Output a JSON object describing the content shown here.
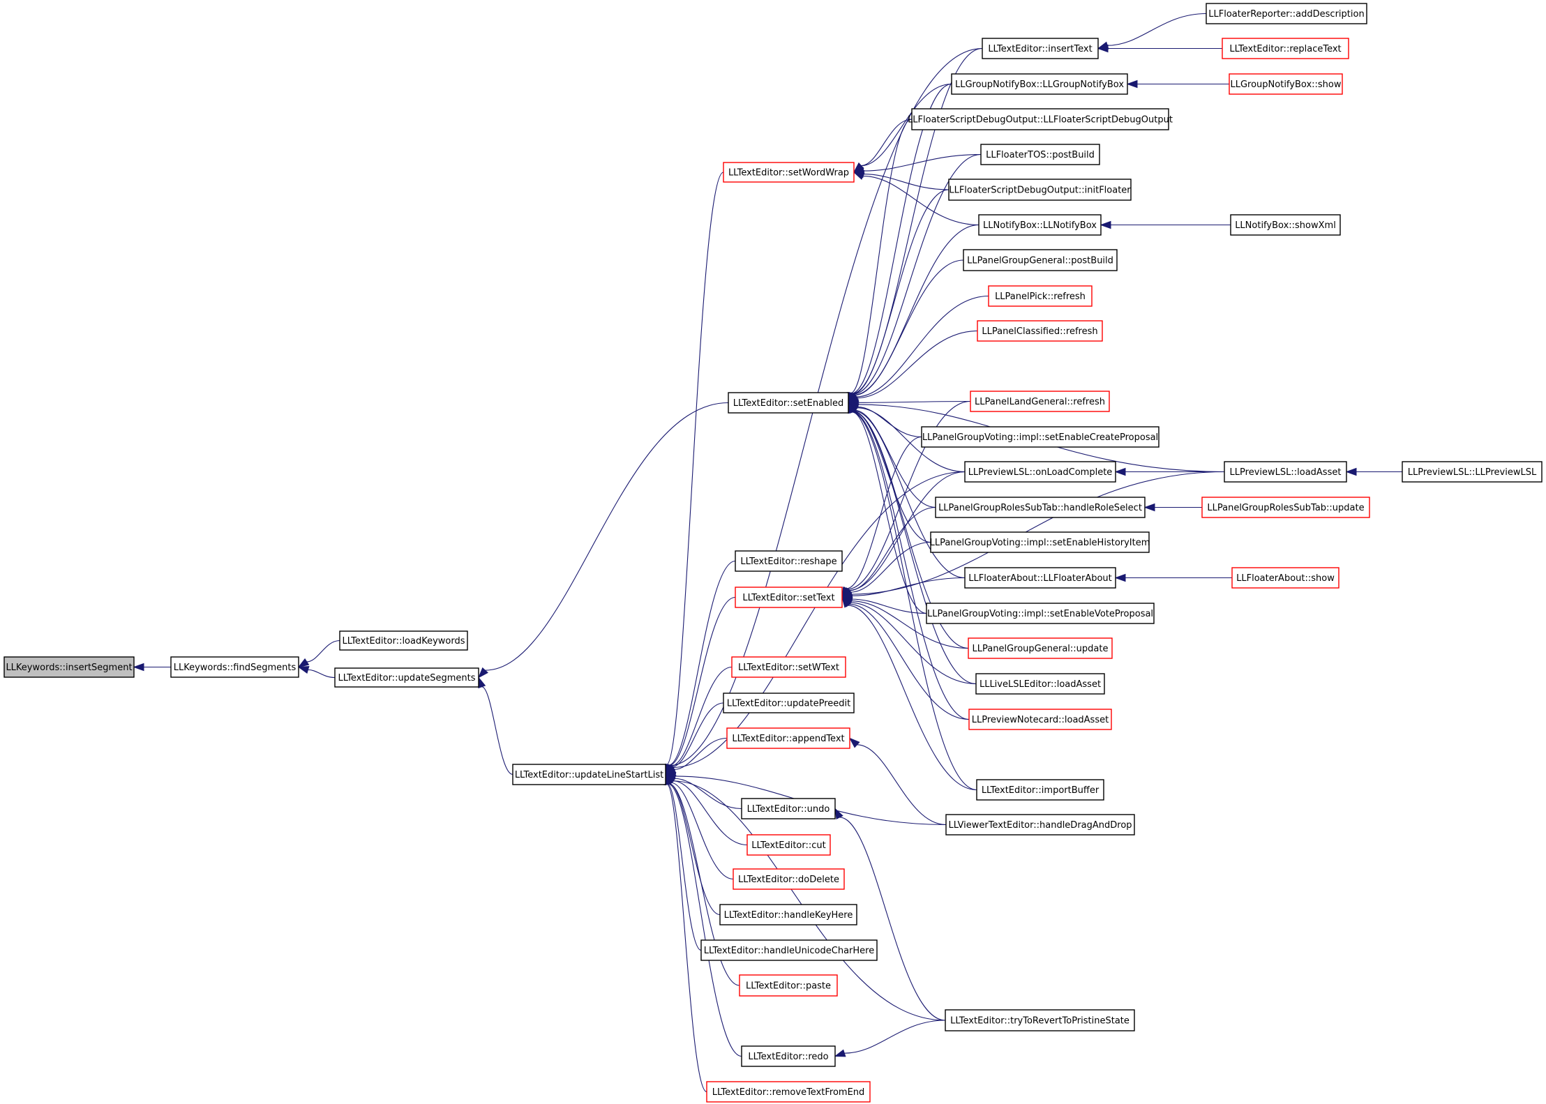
{
  "nodes": [
    {
      "id": "insertSegment",
      "label": "LLKeywords::insertSegment",
      "root": true
    },
    {
      "id": "findSegments",
      "label": "LLKeywords::findSegments"
    },
    {
      "id": "loadKeywords",
      "label": "LLTextEditor::loadKeywords"
    },
    {
      "id": "updateSegments",
      "label": "LLTextEditor::updateSegments"
    },
    {
      "id": "updateLineStartList",
      "label": "LLTextEditor::updateLineStartList"
    },
    {
      "id": "setWordWrap",
      "label": "LLTextEditor::setWordWrap",
      "truncated": true
    },
    {
      "id": "setEnabled",
      "label": "LLTextEditor::setEnabled"
    },
    {
      "id": "reshape",
      "label": "LLTextEditor::reshape"
    },
    {
      "id": "setText",
      "label": "LLTextEditor::setText",
      "truncated": true
    },
    {
      "id": "setWText",
      "label": "LLTextEditor::setWText",
      "truncated": true
    },
    {
      "id": "updatePreedit",
      "label": "LLTextEditor::updatePreedit"
    },
    {
      "id": "appendText",
      "label": "LLTextEditor::appendText",
      "truncated": true
    },
    {
      "id": "undo",
      "label": "LLTextEditor::undo"
    },
    {
      "id": "cut",
      "label": "LLTextEditor::cut",
      "truncated": true
    },
    {
      "id": "doDelete",
      "label": "LLTextEditor::doDelete",
      "truncated": true
    },
    {
      "id": "handleKeyHere",
      "label": "LLTextEditor::handleKeyHere"
    },
    {
      "id": "handleUnicodeCharHere",
      "label": "LLTextEditor::handleUnicodeCharHere"
    },
    {
      "id": "paste",
      "label": "LLTextEditor::paste",
      "truncated": true
    },
    {
      "id": "redo",
      "label": "LLTextEditor::redo"
    },
    {
      "id": "removeTextFromEnd",
      "label": "LLTextEditor::removeTextFromEnd",
      "truncated": true
    },
    {
      "id": "insertText",
      "label": "LLTextEditor::insertText"
    },
    {
      "id": "groupNotifyBoxCtor",
      "label": "LLGroupNotifyBox::LLGroupNotifyBox"
    },
    {
      "id": "scriptDebugCtor",
      "label": "LLFloaterScriptDebugOutput::LLFloaterScriptDebugOutput"
    },
    {
      "id": "tosPostBuild",
      "label": "LLFloaterTOS::postBuild"
    },
    {
      "id": "scriptDebugInit",
      "label": "LLFloaterScriptDebugOutput::initFloater"
    },
    {
      "id": "notifyBoxCtor",
      "label": "LLNotifyBox::LLNotifyBox"
    },
    {
      "id": "groupGeneralPostBuild",
      "label": "LLPanelGroupGeneral::postBuild"
    },
    {
      "id": "panelPickRefresh",
      "label": "LLPanelPick::refresh",
      "truncated": true
    },
    {
      "id": "panelClassifiedRefresh",
      "label": "LLPanelClassified::refresh",
      "truncated": true
    },
    {
      "id": "landGeneralRefresh",
      "label": "LLPanelLandGeneral::refresh",
      "truncated": true
    },
    {
      "id": "voteCreateProposal",
      "label": "LLPanelGroupVoting::impl::setEnableCreateProposal"
    },
    {
      "id": "previewLoadComplete",
      "label": "LLPreviewLSL::onLoadComplete"
    },
    {
      "id": "rolesHandleSelect",
      "label": "LLPanelGroupRolesSubTab::handleRoleSelect"
    },
    {
      "id": "voteHistoryItem",
      "label": "LLPanelGroupVoting::impl::setEnableHistoryItem"
    },
    {
      "id": "floaterAboutCtor",
      "label": "LLFloaterAbout::LLFloaterAbout"
    },
    {
      "id": "voteVoteProposal",
      "label": "LLPanelGroupVoting::impl::setEnableVoteProposal"
    },
    {
      "id": "groupGeneralUpdate",
      "label": "LLPanelGroupGeneral::update",
      "truncated": true
    },
    {
      "id": "liveLoadAsset",
      "label": "LLLiveLSLEditor::loadAsset"
    },
    {
      "id": "notecardLoadAsset",
      "label": "LLPreviewNotecard::loadAsset",
      "truncated": true
    },
    {
      "id": "importBuffer",
      "label": "LLTextEditor::importBuffer"
    },
    {
      "id": "dragAndDrop",
      "label": "LLViewerTextEditor::handleDragAndDrop"
    },
    {
      "id": "tryRevert",
      "label": "LLTextEditor::tryToRevertToPristineState"
    },
    {
      "id": "addDescription",
      "label": "LLFloaterReporter::addDescription"
    },
    {
      "id": "replaceText",
      "label": "LLTextEditor::replaceText",
      "truncated": true
    },
    {
      "id": "groupNotifyShow",
      "label": "LLGroupNotifyBox::show",
      "truncated": true
    },
    {
      "id": "showXml",
      "label": "LLNotifyBox::showXml"
    },
    {
      "id": "previewLoadAsset",
      "label": "LLPreviewLSL::loadAsset"
    },
    {
      "id": "rolesUpdate",
      "label": "LLPanelGroupRolesSubTab::update",
      "truncated": true
    },
    {
      "id": "floaterAboutShow",
      "label": "LLFloaterAbout::show",
      "truncated": true
    },
    {
      "id": "previewLSLCtor",
      "label": "LLPreviewLSL::LLPreviewLSL"
    }
  ],
  "edges": [
    [
      "findSegments",
      "insertSegment"
    ],
    [
      "loadKeywords",
      "findSegments"
    ],
    [
      "updateSegments",
      "findSegments"
    ],
    [
      "updateLineStartList",
      "updateSegments"
    ],
    [
      "setEnabled",
      "updateSegments"
    ],
    [
      "insertText",
      "updateLineStartList"
    ],
    [
      "setWordWrap",
      "updateLineStartList"
    ],
    [
      "reshape",
      "updateLineStartList"
    ],
    [
      "setText",
      "updateLineStartList"
    ],
    [
      "previewLoadComplete",
      "updateLineStartList"
    ],
    [
      "setWText",
      "updateLineStartList"
    ],
    [
      "updatePreedit",
      "updateLineStartList"
    ],
    [
      "appendText",
      "updateLineStartList"
    ],
    [
      "dragAndDrop",
      "updateLineStartList"
    ],
    [
      "undo",
      "updateLineStartList"
    ],
    [
      "cut",
      "updateLineStartList"
    ],
    [
      "doDelete",
      "updateLineStartList"
    ],
    [
      "handleKeyHere",
      "updateLineStartList"
    ],
    [
      "handleUnicodeCharHere",
      "updateLineStartList"
    ],
    [
      "paste",
      "updateLineStartList"
    ],
    [
      "tryRevert",
      "updateLineStartList"
    ],
    [
      "redo",
      "updateLineStartList"
    ],
    [
      "removeTextFromEnd",
      "updateLineStartList"
    ],
    [
      "groupNotifyBoxCtor",
      "setWordWrap"
    ],
    [
      "scriptDebugCtor",
      "setWordWrap"
    ],
    [
      "tosPostBuild",
      "setWordWrap"
    ],
    [
      "scriptDebugInit",
      "setWordWrap"
    ],
    [
      "notifyBoxCtor",
      "setWordWrap"
    ],
    [
      "insertText",
      "setEnabled"
    ],
    [
      "groupNotifyBoxCtor",
      "setEnabled"
    ],
    [
      "scriptDebugCtor",
      "setEnabled"
    ],
    [
      "tosPostBuild",
      "setEnabled"
    ],
    [
      "scriptDebugInit",
      "setEnabled"
    ],
    [
      "notifyBoxCtor",
      "setEnabled"
    ],
    [
      "groupGeneralPostBuild",
      "setEnabled"
    ],
    [
      "panelPickRefresh",
      "setEnabled"
    ],
    [
      "panelClassifiedRefresh",
      "setEnabled"
    ],
    [
      "previewLoadAsset",
      "setEnabled"
    ],
    [
      "landGeneralRefresh",
      "setEnabled"
    ],
    [
      "voteCreateProposal",
      "setEnabled"
    ],
    [
      "previewLoadComplete",
      "setEnabled"
    ],
    [
      "rolesHandleSelect",
      "setEnabled"
    ],
    [
      "voteHistoryItem",
      "setEnabled"
    ],
    [
      "floaterAboutCtor",
      "setEnabled"
    ],
    [
      "voteVoteProposal",
      "setEnabled"
    ],
    [
      "groupGeneralUpdate",
      "setEnabled"
    ],
    [
      "liveLoadAsset",
      "setEnabled"
    ],
    [
      "notecardLoadAsset",
      "setEnabled"
    ],
    [
      "importBuffer",
      "setEnabled"
    ],
    [
      "landGeneralRefresh",
      "setText"
    ],
    [
      "voteCreateProposal",
      "setText"
    ],
    [
      "previewLoadComplete",
      "setText"
    ],
    [
      "rolesHandleSelect",
      "setText"
    ],
    [
      "voteHistoryItem",
      "setText"
    ],
    [
      "floaterAboutCtor",
      "setText"
    ],
    [
      "voteVoteProposal",
      "setText"
    ],
    [
      "groupGeneralUpdate",
      "setText"
    ],
    [
      "liveLoadAsset",
      "setText"
    ],
    [
      "notecardLoadAsset",
      "setText"
    ],
    [
      "importBuffer",
      "setText"
    ],
    [
      "previewLoadAsset",
      "setText"
    ],
    [
      "dragAndDrop",
      "appendText"
    ],
    [
      "tryRevert",
      "undo"
    ],
    [
      "tryRevert",
      "redo"
    ],
    [
      "addDescription",
      "insertText"
    ],
    [
      "replaceText",
      "insertText"
    ],
    [
      "groupNotifyShow",
      "groupNotifyBoxCtor"
    ],
    [
      "showXml",
      "notifyBoxCtor"
    ],
    [
      "previewLoadAsset",
      "previewLoadComplete"
    ],
    [
      "rolesUpdate",
      "rolesHandleSelect"
    ],
    [
      "floaterAboutShow",
      "floaterAboutCtor"
    ],
    [
      "previewLSLCtor",
      "previewLoadAsset"
    ]
  ]
}
